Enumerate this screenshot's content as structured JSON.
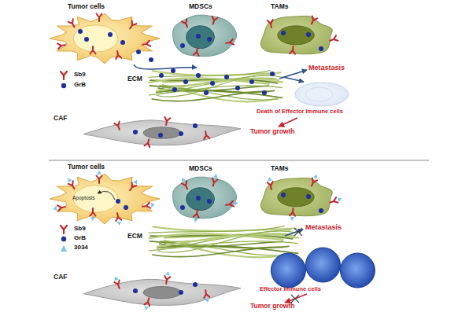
{
  "diagram": {
    "nodes": [
      {
        "text": [
          "Tumor cells"
        ]
      },
      {
        "text": [
          "MDSCs"
        ]
      },
      {
        "text": [
          "TAMs"
        ]
      },
      {
        "text": [
          "ECM"
        ]
      },
      {
        "text": [
          "Death of Effector Immune cells"
        ]
      },
      {
        "text": [
          "CAF"
        ]
      },
      {
        "text": [
          "Tumor cells"
        ]
      },
      {
        "text": [
          "MDSCs"
        ]
      },
      {
        "text": [
          "TAMs"
        ]
      },
      {
        "text": [
          "ECM"
        ]
      },
      {
        "text": [
          "Effector Immune cells"
        ]
      },
      {
        "text": [
          "CAF"
        ]
      }
    ],
    "edges": [
      {
        "from": 0,
        "to": 3,
        "arrow": "to"
      },
      {
        "from": 3,
        "to": 4,
        "arrow": "to"
      }
    ],
    "labels": [
      "Metastasis",
      "Tumor growth",
      "Apoptosis",
      "Metastasis",
      "Tumor growth"
    ],
    "legend": [
      {
        "text": "Sb9"
      },
      {
        "text": "GrB"
      },
      {
        "text": "Sb9"
      },
      {
        "text": "GrB"
      },
      {
        "text": "3034"
      }
    ]
  }
}
